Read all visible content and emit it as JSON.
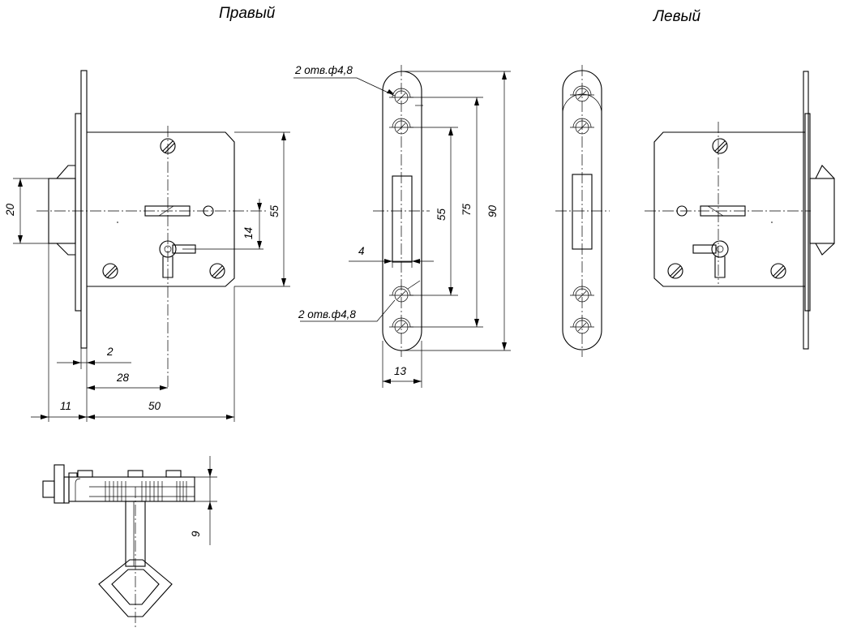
{
  "views": {
    "right_title": "Правый",
    "left_title": "Левый"
  },
  "dimensions": {
    "height_20": "20",
    "height_55_body": "55",
    "offset_14": "14",
    "gap_2": "2",
    "backset_28": "28",
    "depth_11": "11",
    "depth_50": "50",
    "width_4": "4",
    "height_55_strike": "55",
    "height_75": "75",
    "height_90": "90",
    "width_13": "13",
    "thickness_9": "9"
  },
  "notes": {
    "holes_top": "2 отв.ф4,8",
    "holes_bottom": "2 отв.ф4,8"
  }
}
